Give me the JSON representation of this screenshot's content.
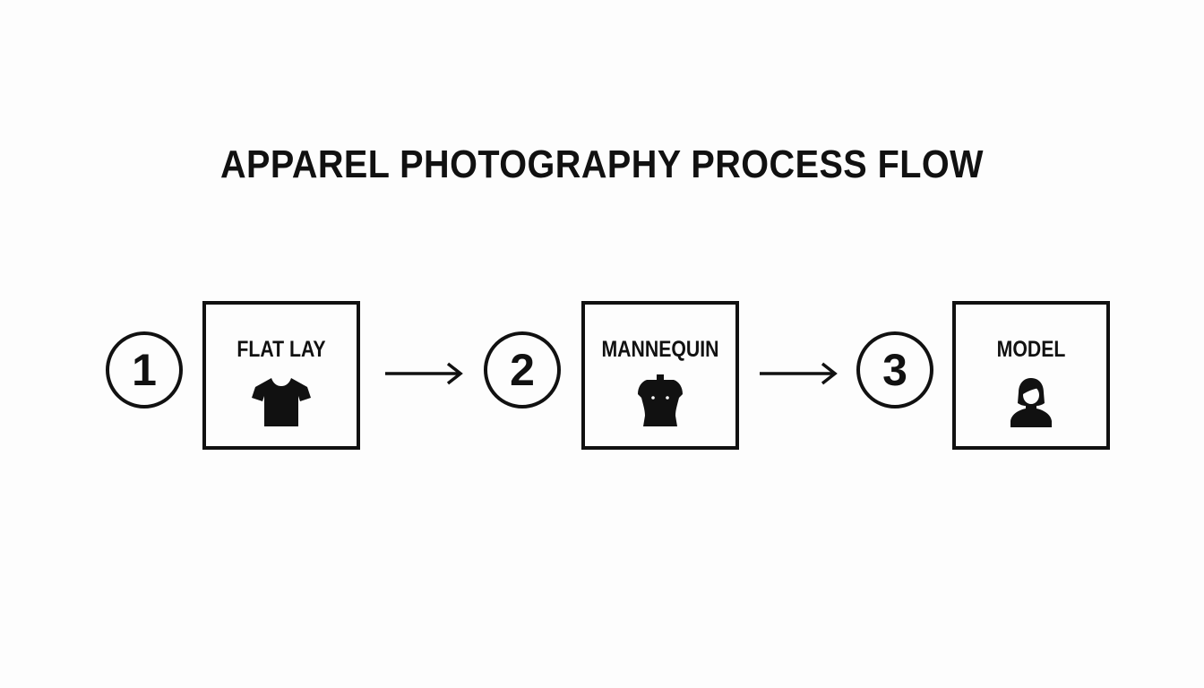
{
  "title": "APPAREL PHOTOGRAPHY PROCESS FLOW",
  "colors": {
    "stroke": "#111111",
    "background": "#fdfdfd"
  },
  "steps": [
    {
      "number": "1",
      "label": "FLAT LAY",
      "icon": "t-shirt-icon"
    },
    {
      "number": "2",
      "label": "MANNEQUIN",
      "icon": "mannequin-icon"
    },
    {
      "number": "3",
      "label": "MODEL",
      "icon": "person-icon"
    }
  ]
}
